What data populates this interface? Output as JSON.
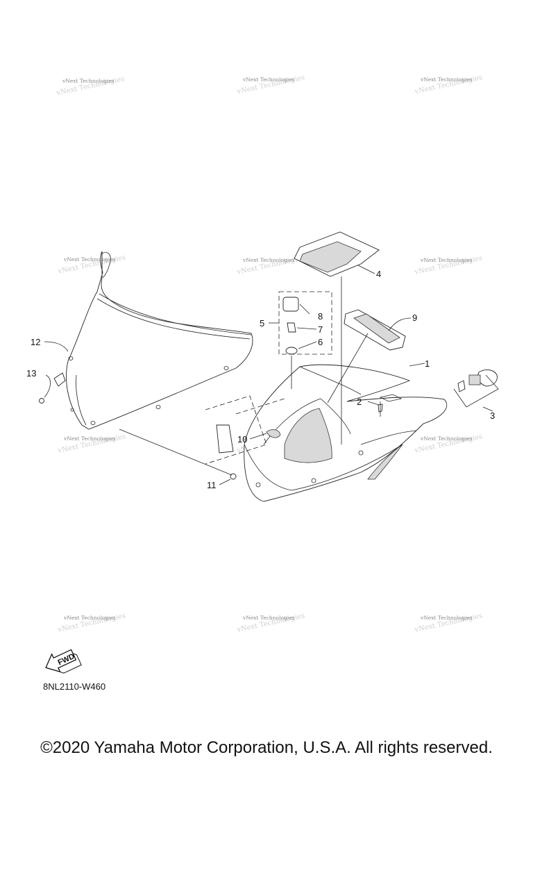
{
  "watermark": {
    "text": "vNext Technologies"
  },
  "callouts": {
    "c1": "1",
    "c2": "2",
    "c3": "3",
    "c4": "4",
    "c5": "5",
    "c6": "6",
    "c7": "7",
    "c8": "8",
    "c9": "9",
    "c10": "10",
    "c11": "11",
    "c12": "12",
    "c13": "13"
  },
  "fwd_label": "FWD",
  "diagram_code": "8NL2110-W460",
  "copyright": "©2020 Yamaha Motor Corporation, U.S.A. All rights reserved."
}
